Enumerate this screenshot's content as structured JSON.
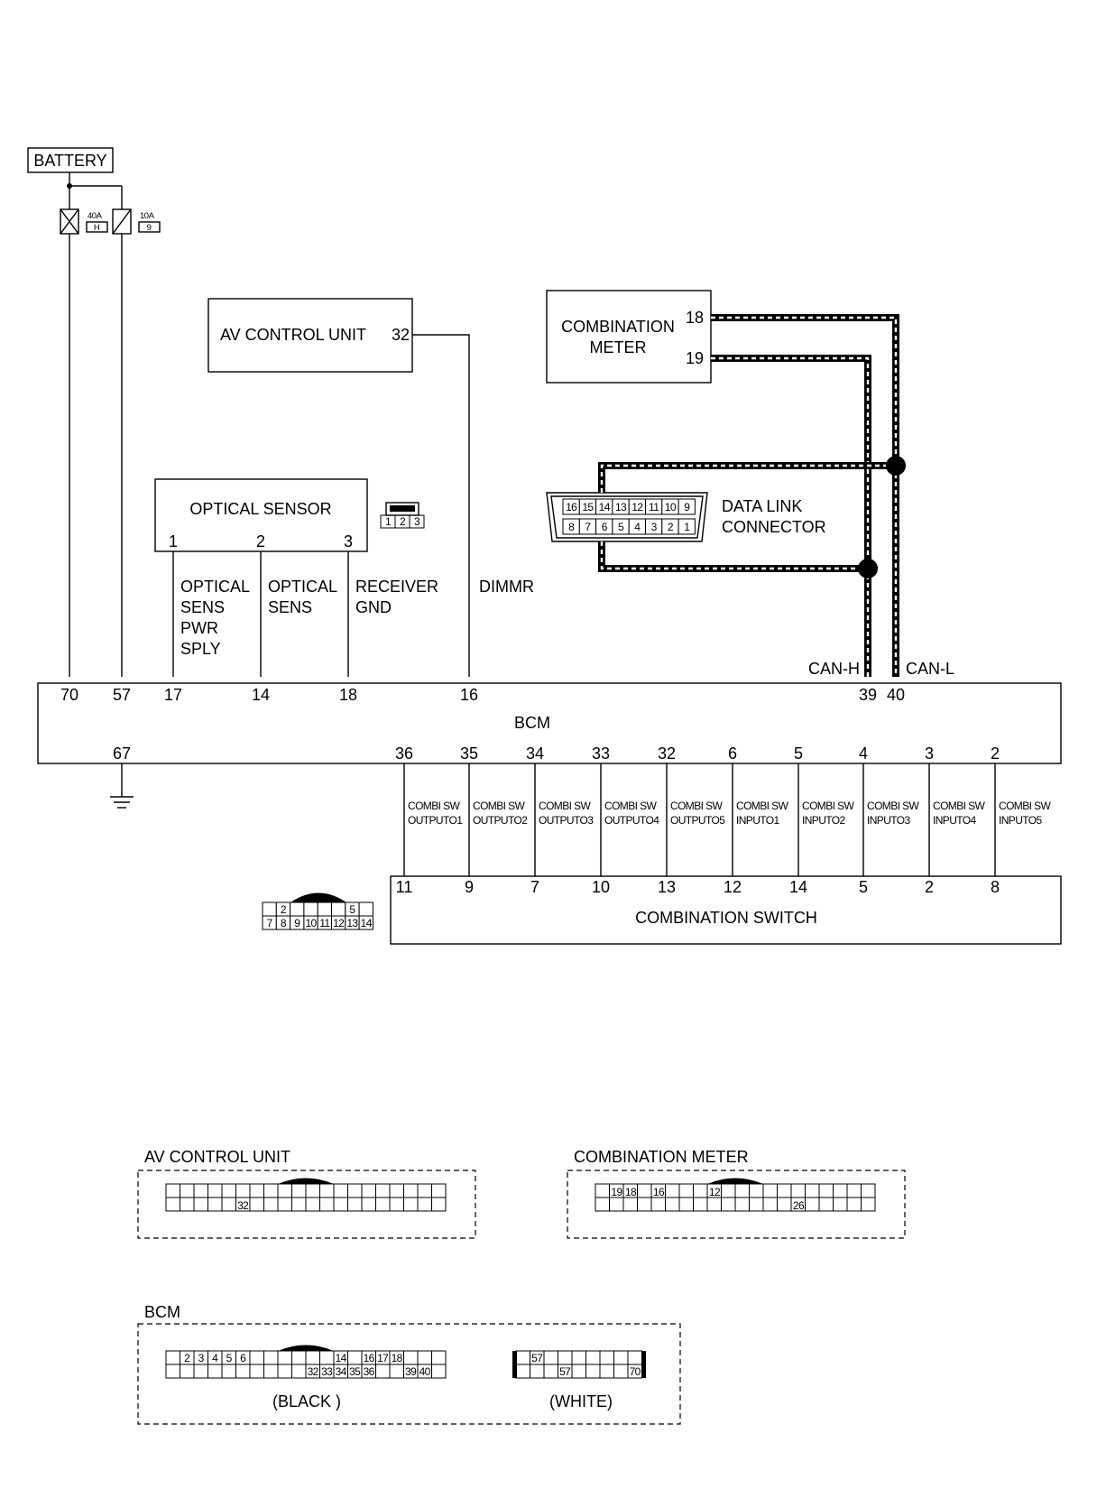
{
  "battery": {
    "label": "BATTERY"
  },
  "fuses": [
    {
      "amps": "40A",
      "id": "H"
    },
    {
      "amps": "10A",
      "id": "9"
    }
  ],
  "av_control_unit": {
    "label": "AV CONTROL UNIT",
    "pin": "32"
  },
  "combination_meter": {
    "line1": "COMBINATION",
    "line2": "METER",
    "pin_18": "18",
    "pin_19": "19"
  },
  "data_link_connector": {
    "line1": "DATA LINK",
    "line2": "CONNECTOR",
    "top_pins": [
      "16",
      "15",
      "14",
      "13",
      "12",
      "11",
      "10",
      "9"
    ],
    "bottom_pins": [
      "8",
      "7",
      "6",
      "5",
      "4",
      "3",
      "2",
      "1"
    ]
  },
  "optical_sensor": {
    "label": "OPTICAL SENSOR",
    "pins": [
      "1",
      "2",
      "3"
    ],
    "icon_pins": [
      "1",
      "2",
      "3"
    ]
  },
  "wire_labels": {
    "optical_pwr": [
      "OPTICAL",
      "SENS",
      "PWR",
      "SPLY"
    ],
    "optical_sens": [
      "OPTICAL",
      "SENS"
    ],
    "receiver_gnd": [
      "RECEIVER",
      "GND"
    ],
    "dimmr": "DIMMR",
    "can_h": "CAN-H",
    "can_l": "CAN-L"
  },
  "bcm": {
    "label": "BCM",
    "top_pins": [
      "70",
      "57",
      "17",
      "14",
      "18",
      "16",
      "39",
      "40"
    ],
    "bottom_pins": [
      "67",
      "36",
      "35",
      "34",
      "33",
      "32",
      "6",
      "5",
      "4",
      "3",
      "2"
    ]
  },
  "combi_signals": [
    {
      "line1": "COMBI SW",
      "line2": "OUTPUTO1"
    },
    {
      "line1": "COMBI SW",
      "line2": "OUTPUTO2"
    },
    {
      "line1": "COMBI SW",
      "line2": "OUTPUTO3"
    },
    {
      "line1": "COMBI SW",
      "line2": "OUTPUTO4"
    },
    {
      "line1": "COMBI SW",
      "line2": "OUTPUTO5"
    },
    {
      "line1": "COMBI SW",
      "line2": "INPUTO1"
    },
    {
      "line1": "COMBI SW",
      "line2": "INPUTO2"
    },
    {
      "line1": "COMBI SW",
      "line2": "INPUTO3"
    },
    {
      "line1": "COMBI SW",
      "line2": "INPUTO4"
    },
    {
      "line1": "COMBI SW",
      "line2": "INPUTO5"
    }
  ],
  "combination_switch": {
    "label": "COMBINATION SWITCH",
    "pins": [
      "11",
      "9",
      "7",
      "10",
      "13",
      "12",
      "14",
      "5",
      "2",
      "8"
    ],
    "icon_top_pins": [
      "2",
      "5"
    ],
    "icon_bottom_pins": [
      "7",
      "8",
      "9",
      "10",
      "11",
      "12",
      "13",
      "14"
    ]
  },
  "connector_views": {
    "av_title": "AV CONTROL UNIT",
    "av_pin": "32",
    "meter_title": "COMBINATION METER",
    "meter_pins": [
      "19",
      "18",
      "16",
      "12",
      "26"
    ],
    "bcm_title": "BCM",
    "bcm_black_top_pins": [
      "2",
      "3",
      "4",
      "5",
      "6",
      "14",
      "16",
      "17",
      "18"
    ],
    "bcm_black_bottom_pins": [
      "32",
      "33",
      "34",
      "35",
      "36",
      "39",
      "40"
    ],
    "bcm_white_pins": [
      "57",
      "57",
      "70"
    ],
    "black_label": "(BLACK )",
    "white_label": "(WHITE)"
  }
}
